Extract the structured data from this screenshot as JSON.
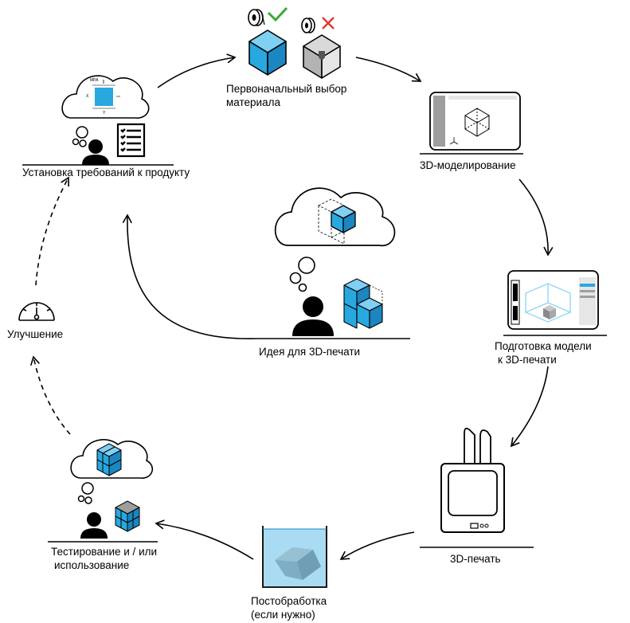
{
  "steps": {
    "requirements": {
      "label": "Установка требований к продукту"
    },
    "material": {
      "line1": "Первоначальный выбор",
      "line2": "материала"
    },
    "modeling": {
      "label": "3D-моделирование"
    },
    "preparation": {
      "line1": "Подготовка модели",
      "line2": "к 3D-печати"
    },
    "printing": {
      "label": "3D-печать"
    },
    "postprocessing": {
      "line1": "Постобработка",
      "line2": "(если нужно)"
    },
    "testing": {
      "line1": "Тестирование и / или",
      "line2": "использование"
    },
    "improvement": {
      "label": "Улучшение"
    },
    "idea": {
      "label": "Идея для 3D-печати"
    }
  },
  "sketch": {
    "top": "MPA",
    "left": "X",
    "bottom": "Y"
  },
  "colors": {
    "primary_blue": "#29a8e0",
    "blue_dark": "#1b86c0",
    "blue_light": "#7fd0f2",
    "gray": "#b3b3b3",
    "check_green": "#3aaa35",
    "cross_red": "#e03c31",
    "water": "#a9dcf3",
    "outline": "#000000"
  }
}
